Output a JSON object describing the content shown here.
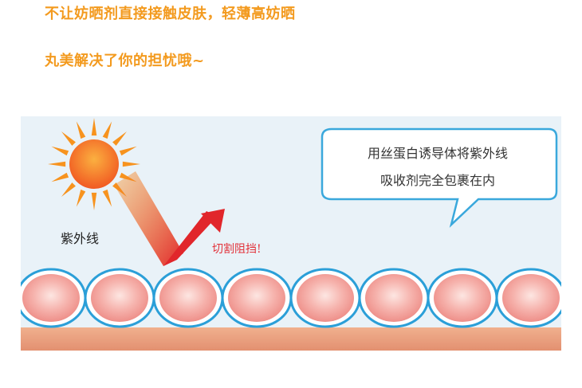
{
  "headline": {
    "line1": "不让妨晒剂直接接触皮肤，轻薄高妨晒",
    "line2": "丸美解决了你的担忧哦~"
  },
  "illustration": {
    "bubble_line1": "用丝蛋白诱导体将紫外线",
    "bubble_line2": "吸收剂完全包裹在内",
    "uv_label": "紫外线",
    "cut_label": "切割阻挡!"
  },
  "colors": {
    "headline": "#f39a1e",
    "panel": "#e9f2f8",
    "bubble_border": "#3aa8dc",
    "sun_outer": "#f7931e",
    "sun_inner": "#f15a22",
    "arrow": "#e1262b",
    "cell_border": "#2b9fd8",
    "cell_fill": "#f4a19c",
    "skin_base": "#e9a07d",
    "cut_text": "#e2333b"
  },
  "icons": [
    "sun-icon",
    "uv-ray-arrow-icon",
    "deflect-arrow-icon",
    "speech-bubble-icon"
  ]
}
